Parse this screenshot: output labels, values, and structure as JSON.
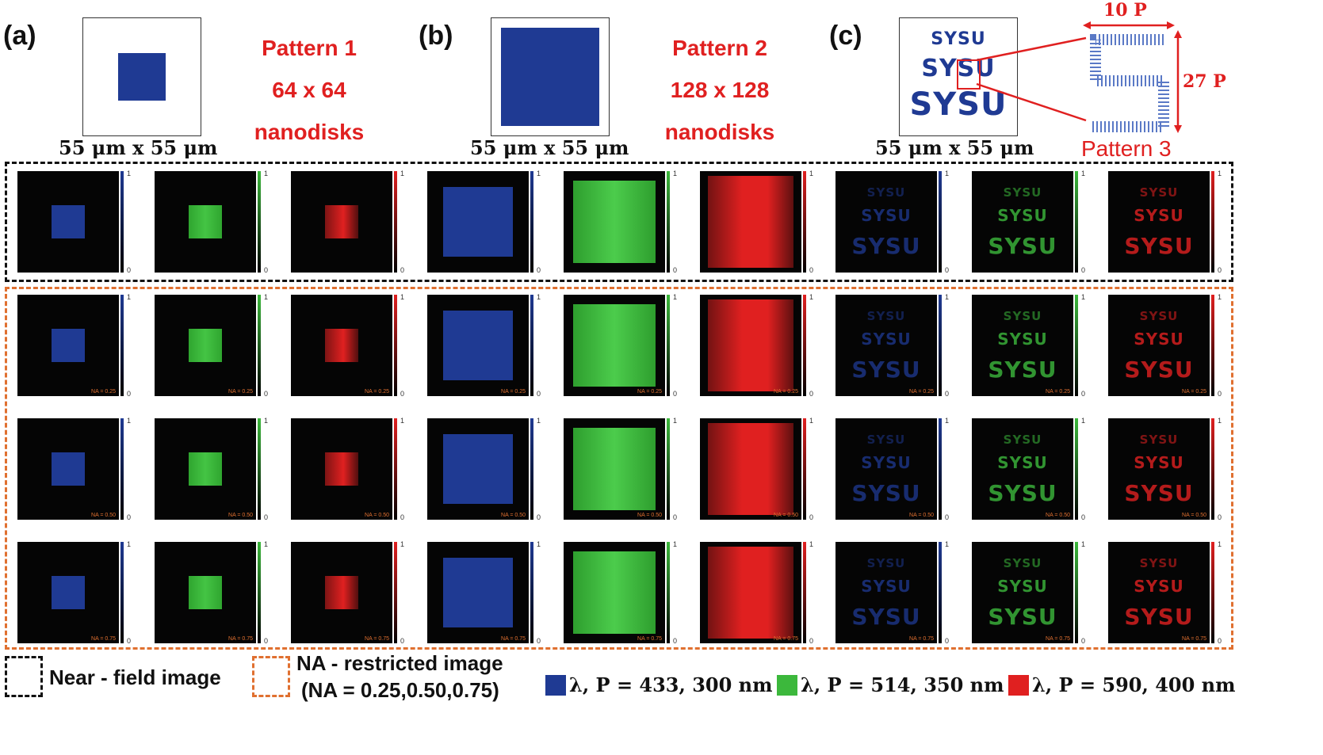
{
  "panels": [
    {
      "letter": "(a)",
      "title_line1": "Pattern 1",
      "title_line2": "64 x 64",
      "title_line3": "nanodisks"
    },
    {
      "letter": "(b)",
      "title_line1": "Pattern 2",
      "title_line2": "128 x 128",
      "title_line3": "nanodisks"
    },
    {
      "letter": "(c)",
      "inset_top": "10 P",
      "inset_side": "27 P",
      "inset_label": "Pattern 3"
    }
  ],
  "size_caption": "55 μm x 55 μm",
  "sysu_text": "SYSU",
  "colorbar": {
    "max": "1",
    "min": "0"
  },
  "na_labels": [
    "NA = 0.25",
    "NA = 0.50",
    "NA = 0.75"
  ],
  "legend": {
    "near_field": "Near - field image",
    "na_restricted_line1": "NA - restricted image",
    "na_restricted_line2": "(NA = 0.25,0.50,0.75)",
    "entries": [
      {
        "text": "λ, P = 433, 300 nm",
        "color": "#1f3a93"
      },
      {
        "text": "λ, P = 514, 350 nm",
        "color": "#3cb83c"
      },
      {
        "text": "λ, P = 590, 400 nm",
        "color": "#e02020"
      }
    ]
  },
  "colors": {
    "blue": "#1f3a93",
    "green": "#3cb83c",
    "red": "#e02020",
    "na_frame": "#e07030"
  }
}
